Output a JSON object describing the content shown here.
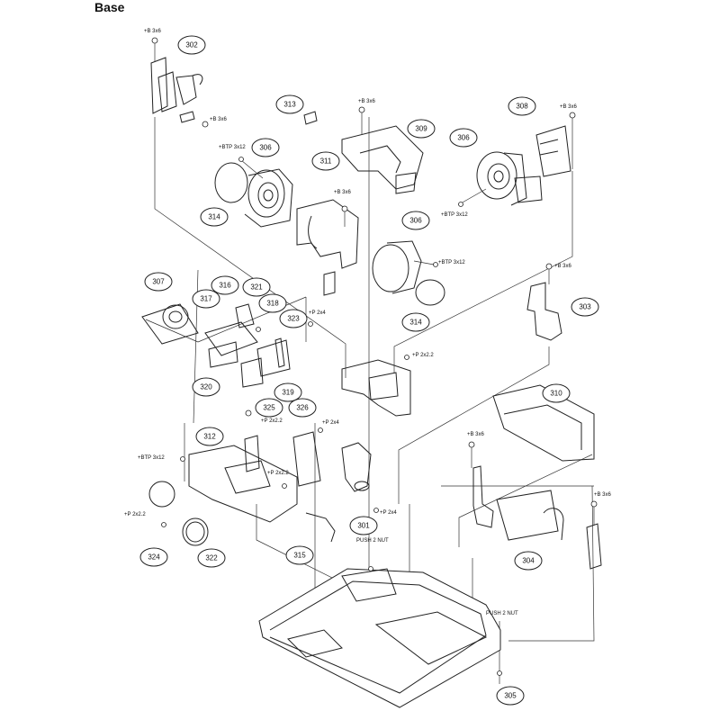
{
  "title": "Base",
  "callouts": [
    {
      "id": "302"
    },
    {
      "id": "313"
    },
    {
      "id": "309"
    },
    {
      "id": "308"
    },
    {
      "id": "306a",
      "label": "306"
    },
    {
      "id": "306b",
      "label": "306"
    },
    {
      "id": "311"
    },
    {
      "id": "306c",
      "label": "306"
    },
    {
      "id": "314a",
      "label": "314"
    },
    {
      "id": "314b",
      "label": "314"
    },
    {
      "id": "307"
    },
    {
      "id": "316"
    },
    {
      "id": "321"
    },
    {
      "id": "317"
    },
    {
      "id": "318"
    },
    {
      "id": "323"
    },
    {
      "id": "303"
    },
    {
      "id": "320"
    },
    {
      "id": "319"
    },
    {
      "id": "325"
    },
    {
      "id": "326"
    },
    {
      "id": "310"
    },
    {
      "id": "312"
    },
    {
      "id": "301"
    },
    {
      "id": "315"
    },
    {
      "id": "304"
    },
    {
      "id": "324"
    },
    {
      "id": "322"
    },
    {
      "id": "305"
    }
  ],
  "screw_labels": [
    {
      "id": "s1",
      "text": "+B 3x6"
    },
    {
      "id": "s2",
      "text": "+B 3x6"
    },
    {
      "id": "s3",
      "text": "+B 3x6"
    },
    {
      "id": "s4",
      "text": "+B 3x6"
    },
    {
      "id": "s5",
      "text": "+BTP 3x12"
    },
    {
      "id": "s6",
      "text": "+B 3x6"
    },
    {
      "id": "s7",
      "text": "+BTP 3x12"
    },
    {
      "id": "s8",
      "text": "+BTP 3x12"
    },
    {
      "id": "s9",
      "text": "+B 3x6"
    },
    {
      "id": "s10",
      "text": "+P 2x4"
    },
    {
      "id": "s11",
      "text": "+P 2x2.2"
    },
    {
      "id": "s12",
      "text": "+P 2x2.2"
    },
    {
      "id": "s13",
      "text": "+P 2x4"
    },
    {
      "id": "s14",
      "text": "+B 3x6"
    },
    {
      "id": "s15",
      "text": "+BTP 3x12"
    },
    {
      "id": "s16",
      "text": "+P 2x2.2"
    },
    {
      "id": "s17",
      "text": "+P 2x2.2"
    },
    {
      "id": "s18",
      "text": "+P 2x4"
    },
    {
      "id": "s19",
      "text": "+B 3x6"
    },
    {
      "id": "s20",
      "text": "PUSH 2 NUT"
    },
    {
      "id": "s21",
      "text": "PUSH 2 NUT"
    }
  ]
}
